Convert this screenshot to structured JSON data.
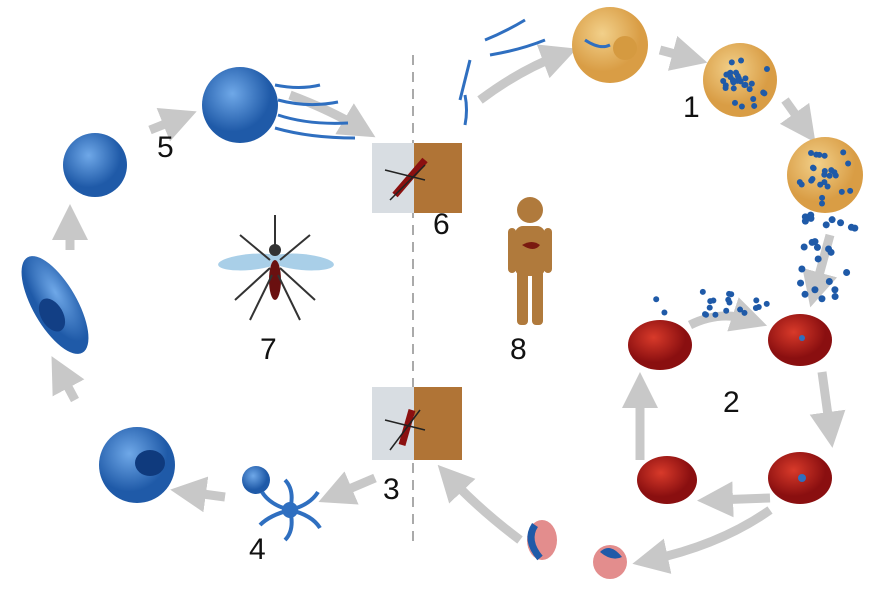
{
  "diagram": {
    "stage_labels": [
      "1",
      "2",
      "3",
      "4",
      "5",
      "6",
      "7",
      "8"
    ],
    "colors": {
      "parasite_blue": "#2f6fc0",
      "arrow_gray": "#c8c8c8",
      "rbc_red": "#b51a1a",
      "hepatocyte": "#e6b866",
      "human": "#b07a3c",
      "skin": "#b07436"
    }
  }
}
